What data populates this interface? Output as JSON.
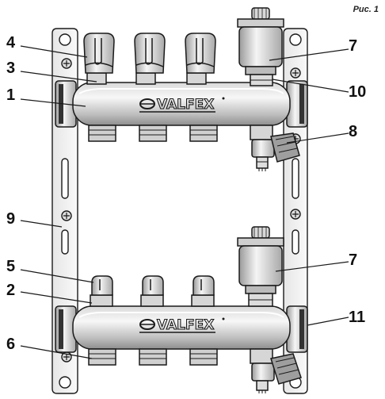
{
  "figure_label": "Рис. 1",
  "brand": "VALFEX",
  "callouts": {
    "c1": "1",
    "c2": "2",
    "c3": "3",
    "c4": "4",
    "c5": "5",
    "c6": "6",
    "c7a": "7",
    "c7b": "7",
    "c8": "8",
    "c9": "9",
    "c10": "10",
    "c11": "11"
  },
  "colors": {
    "line": "#1a1a1a",
    "body_light": "#f2f2f2",
    "body_mid": "#c8c8c8",
    "body_dark": "#8a8a8a"
  }
}
